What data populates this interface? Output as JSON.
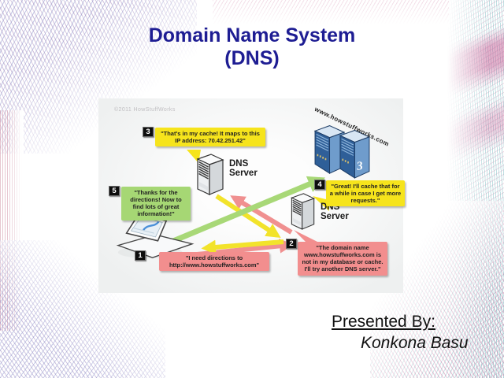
{
  "slide": {
    "title_line1": "Domain Name System",
    "title_line2": "(DNS)",
    "presented_by_label": "Presented By: ",
    "presenter_name": "Konkona Basu"
  },
  "diagram": {
    "copyright": "©2011 HowStuffWorks",
    "web_server_label": "www.howstuffworks.com",
    "hsw_logo_glyph": "3",
    "dns_server_top": {
      "line1": "DNS",
      "line2": "Server"
    },
    "dns_server_right": {
      "line1": "DNS",
      "line2": "Server"
    },
    "steps": [
      {
        "num": "1",
        "text": "\"I need directions to http://www.howstuffworks.com\""
      },
      {
        "num": "2",
        "text": "\"The domain name www.howstuffworks.com is not in my database or cache. I'll try another DNS server.\""
      },
      {
        "num": "3",
        "text": "\"That's in my cache! It maps to this IP address: 70.42.251.42\""
      },
      {
        "num": "4",
        "text": "\"Great! I'll cache that for a while in case I get more requests.\""
      },
      {
        "num": "5",
        "text": "\"Thanks for the directions! Now to find lots of great information!\""
      }
    ],
    "colors": {
      "bubble_yellow": "#f6e41c",
      "bubble_green": "#a6d774",
      "bubble_pink": "#f28e8e",
      "arrow_green": "#a8d877",
      "arrow_yellow": "#f2e32b",
      "arrow_pink": "#f09090",
      "title_navy": "#1e1d93"
    }
  }
}
